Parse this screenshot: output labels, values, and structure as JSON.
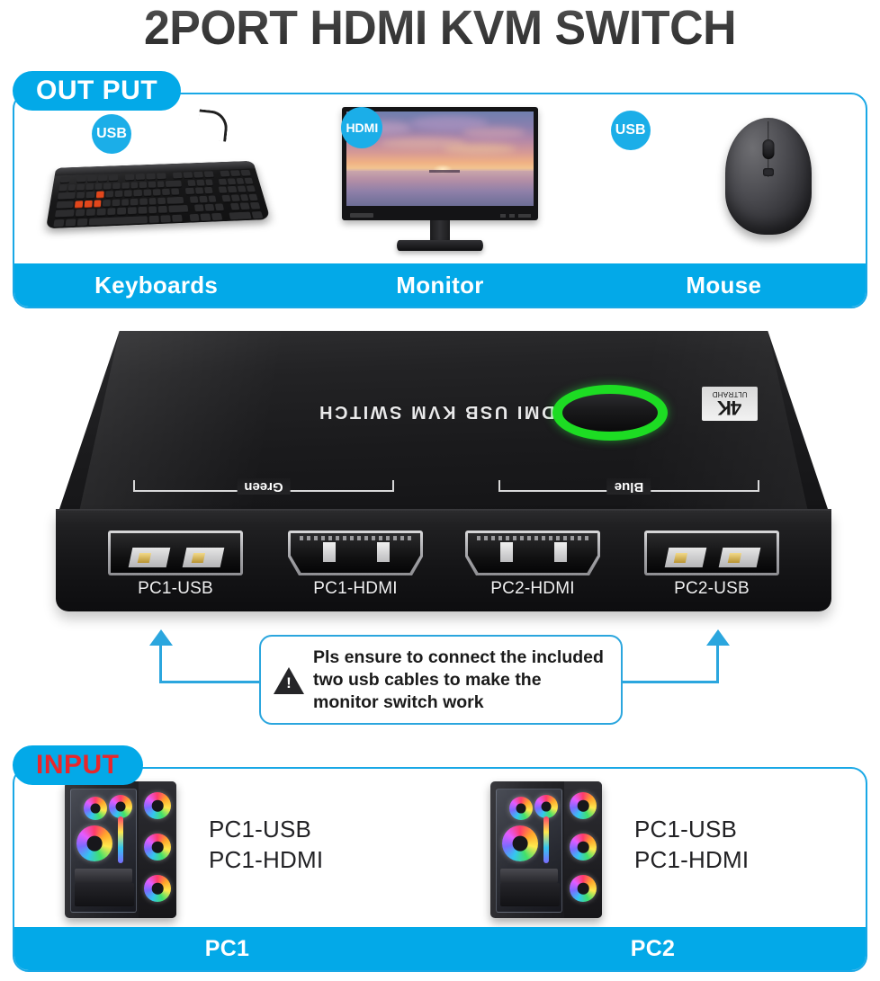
{
  "title": "2PORT HDMI KVM SWITCH",
  "colors": {
    "brand_blue": "#03A9E8",
    "border_blue": "#19A8E6",
    "connector_blue": "#2BA6DE",
    "input_red": "#E8262B",
    "led_green": "#1DDC23",
    "device_black": "#1a1a1c"
  },
  "output_section": {
    "badge": "OUT PUT",
    "devices": [
      {
        "tag": "USB",
        "label": "Keyboards",
        "icon": "keyboard-icon"
      },
      {
        "tag": "HDMI",
        "label": "Monitor",
        "icon": "monitor-icon"
      },
      {
        "tag": "USB",
        "label": "Mouse",
        "icon": "mouse-icon"
      }
    ]
  },
  "device": {
    "silkscreen": "HDMI USB KVM SWITCH",
    "resolution_badge": {
      "main": "4K",
      "sub": "ULTRAHD"
    },
    "button": "select-button",
    "brackets": [
      {
        "label": "Green"
      },
      {
        "label": "Blue"
      }
    ],
    "ports": [
      {
        "label": "PC1-USB",
        "type": "usb"
      },
      {
        "label": "PC1-HDMI",
        "type": "hdmi"
      },
      {
        "label": "PC2-HDMI",
        "type": "hdmi"
      },
      {
        "label": "PC2-USB",
        "type": "usb"
      }
    ]
  },
  "note": {
    "icon": "warning-triangle-icon",
    "text": "Pls ensure to connect the included two usb cables to make the monitor switch work"
  },
  "input_section": {
    "badge": "INPUT",
    "computers": [
      {
        "bar_label": "PC1",
        "connections": [
          "PC1-USB",
          "PC1-HDMI"
        ]
      },
      {
        "bar_label": "PC2",
        "connections": [
          "PC1-USB",
          "PC1-HDMI"
        ]
      }
    ]
  }
}
